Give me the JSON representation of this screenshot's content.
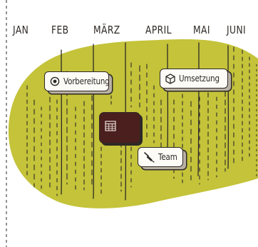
{
  "months": [
    "JAN",
    "FEB",
    "MÄRZ",
    "APRIL",
    "MAI",
    "JUNI"
  ],
  "phases": {
    "vorbereitung": {
      "label": "Vorbereitung",
      "icon": "target-icon"
    },
    "umsetzung": {
      "label": "Umsetzung",
      "icon": "cube-icon"
    },
    "team": {
      "label": "Team",
      "icon": "pen-icon"
    },
    "calendar": {
      "icon": "calendar-icon"
    }
  },
  "colors": {
    "ink": "#2e2926",
    "blob": "#c4c33a",
    "card": "#fdfbf6",
    "calendar_fill": "#4a1f1d"
  }
}
